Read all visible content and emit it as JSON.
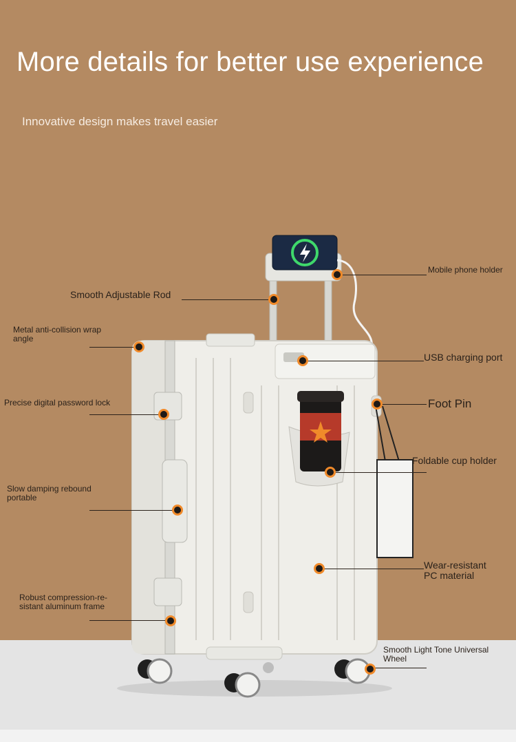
{
  "headline": "More details for better use experience",
  "subhead": "Innovative design makes travel easier",
  "callouts": {
    "mobile_holder": "Mobile phone holder",
    "adjustable_rod": "Smooth Adjustable Rod",
    "anti_collision": "Metal anti-collision wrap angle",
    "usb_port": "USB charging port",
    "password_lock": "Precise digital password lock",
    "foot_pin": "Foot Pin",
    "cup_holder": "Foldable cup holder",
    "damping_handle": "Slow damping rebound portable",
    "pc_material": "Wear-resistant PC material",
    "aluminum_frame": "Robust compression-re-sistant aluminum frame",
    "universal_wheel": "Smooth Light Tone Universal Wheel"
  },
  "colors": {
    "background": "#b48a62",
    "floor": "#e4e4e4",
    "suitcase": "#efeee9",
    "marker_ring": "#f08a2a",
    "marker_core": "#1e1a17"
  }
}
